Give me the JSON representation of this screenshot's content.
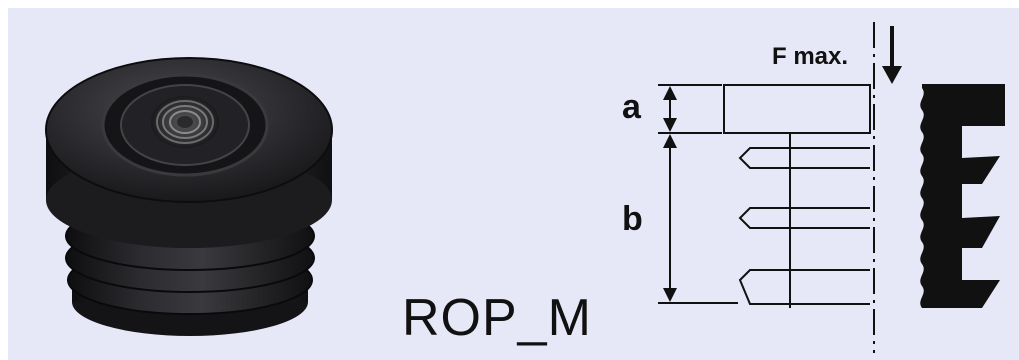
{
  "product": {
    "code": "ROP_M"
  },
  "drawing": {
    "force_label": "F max.",
    "dim_a_label": "a",
    "dim_b_label": "b"
  },
  "colors": {
    "background": "#e6e8f8",
    "cap_dark": "#1a1a1c",
    "line": "#111111"
  }
}
